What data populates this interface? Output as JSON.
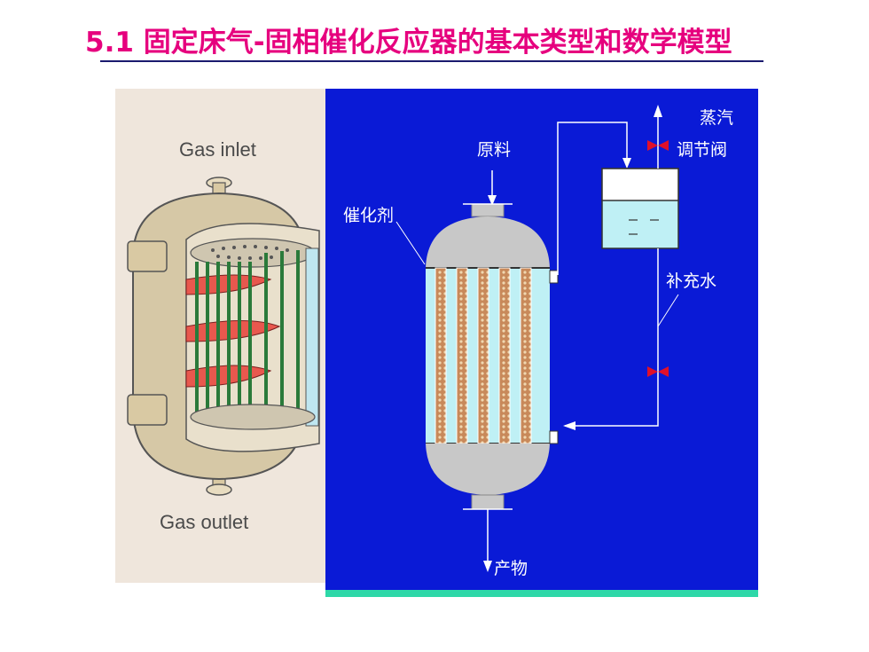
{
  "title": "5.1    固定床气-固相催化反应器的基本类型和数学模型",
  "photo": {
    "gas_inlet": "Gas inlet",
    "gas_outlet": "Gas outlet"
  },
  "diagram": {
    "feed": "原料",
    "catalyst": "催化剂",
    "steam": "蒸汽",
    "control_valve": "调节阀",
    "makeup_water": "补充水",
    "product": "产物"
  },
  "colors": {
    "title": "#e6007e",
    "diagram_bg": "#0a1ad6",
    "accent_bar": "#2ed8a8",
    "valve": "#e0102a",
    "tube_fill": "#c8895a",
    "shell": "#c8c8c8",
    "water": "#bff0f5"
  }
}
